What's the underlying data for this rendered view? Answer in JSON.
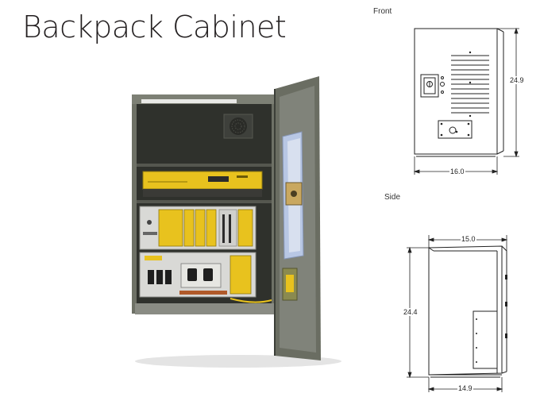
{
  "title": "Backpack Cabinet",
  "front_view": {
    "label": "Front",
    "height_dim": "24.9",
    "width_dim": "16.0"
  },
  "side_view": {
    "label": "Side",
    "height_dim": "24.4",
    "top_depth_dim": "15.0",
    "bottom_depth_dim": "14.9"
  },
  "colors": {
    "cabinet_body": "#6e7166",
    "cabinet_dark": "#3c3f38",
    "equipment_yellow": "#e8c21e",
    "equipment_silver": "#d9d9d6",
    "line": "#222222"
  }
}
